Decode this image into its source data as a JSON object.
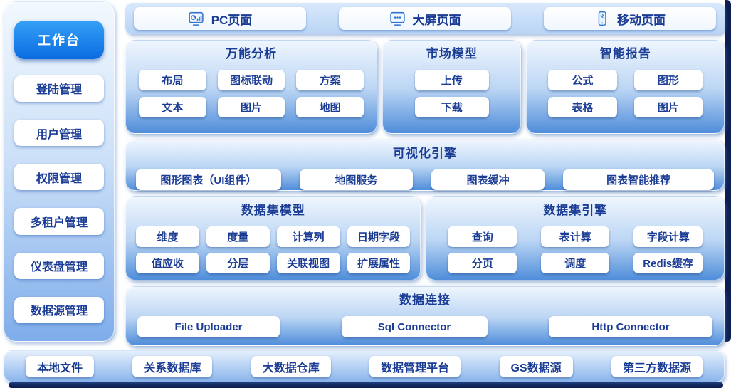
{
  "sidebar": {
    "active": {
      "label": "工作台"
    },
    "items": [
      {
        "label": "登陆管理"
      },
      {
        "label": "用户管理"
      },
      {
        "label": "权限管理"
      },
      {
        "label": "多租户管理"
      },
      {
        "label": "仪表盘管理"
      },
      {
        "label": "数据源管理"
      }
    ]
  },
  "top_row": {
    "items": [
      {
        "label": "PC页面",
        "icon": "monitor-chart-icon"
      },
      {
        "label": "大屏页面",
        "icon": "monitor-dots-icon"
      },
      {
        "label": "移动页面",
        "icon": "mobile-phone-icon"
      }
    ]
  },
  "sections": {
    "universal_analysis": {
      "title": "万能分析",
      "buttons": [
        "布局",
        "图标联动",
        "方案",
        "文本",
        "图片",
        "地图"
      ]
    },
    "market_model": {
      "title": "市场模型",
      "buttons": [
        "上传",
        "下载"
      ]
    },
    "smart_report": {
      "title": "智能报告",
      "buttons": [
        "公式",
        "图形",
        "表格",
        "图片"
      ]
    },
    "visual_engine": {
      "title": "可视化引擎",
      "buttons": [
        "图形图表（UI组件）",
        "地图服务",
        "图表缓冲",
        "图表智能推荐"
      ]
    },
    "dataset_model": {
      "title": "数据集模型",
      "buttons": [
        "维度",
        "度量",
        "计算列",
        "日期字段",
        "值应收",
        "分层",
        "关联视图",
        "扩展属性"
      ]
    },
    "dataset_engine": {
      "title": "数据集引擎",
      "buttons": [
        "查询",
        "表计算",
        "字段计算",
        "分页",
        "调度",
        "Redis缓存"
      ]
    },
    "data_connect": {
      "title": "数据连接",
      "buttons": [
        "File Uploader",
        "Sql Connector",
        "Http Connector"
      ]
    }
  },
  "bottom_row": {
    "items": [
      "本地文件",
      "关系数据库",
      "大数据仓库",
      "数据管理平台",
      "GS数据源",
      "第三方数据源"
    ]
  },
  "colors": {
    "accent_blue": "#0b6ce2",
    "panel_top": "#eff6fe",
    "panel_bottom": "#4f8dda",
    "text_navy": "#1b3c95",
    "dark_edge": "#0d1e52"
  }
}
